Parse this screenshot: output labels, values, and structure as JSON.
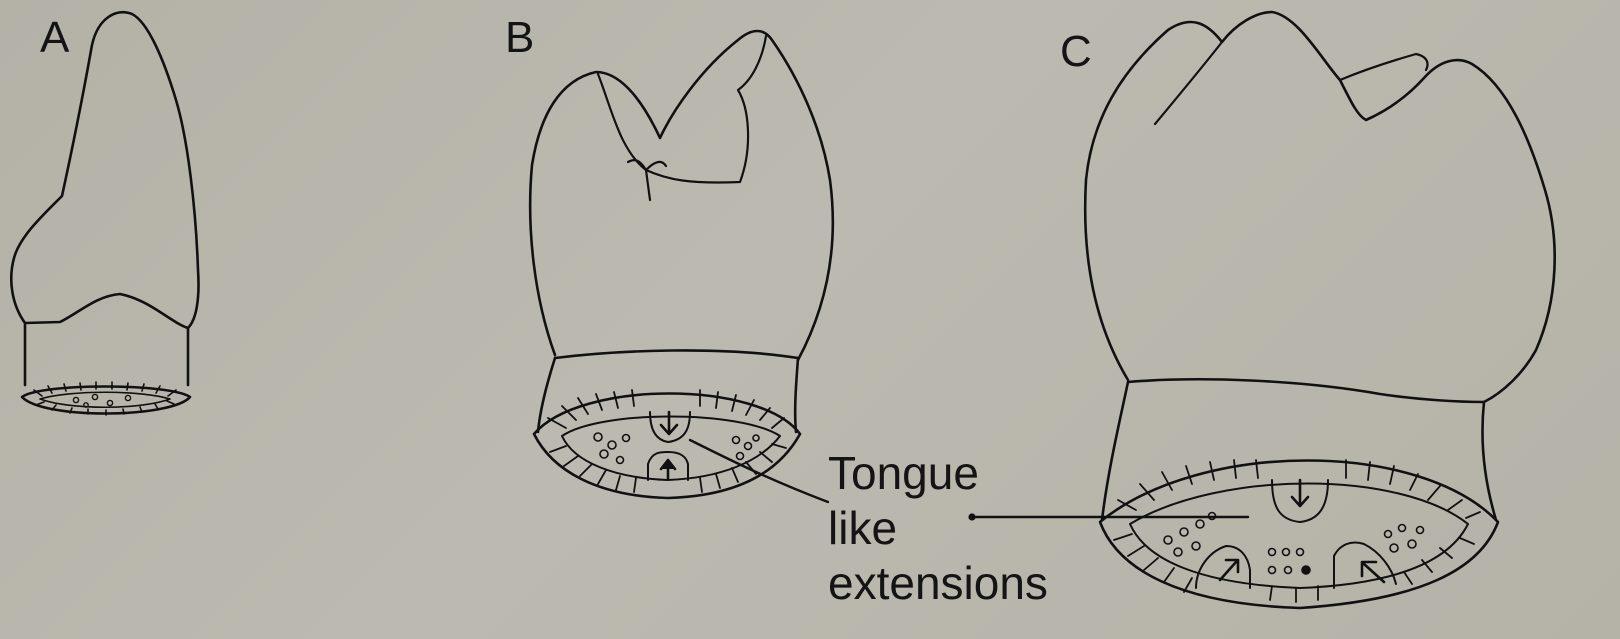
{
  "figure": {
    "panels": [
      {
        "id": "A",
        "label": "A"
      },
      {
        "id": "B",
        "label": "B"
      },
      {
        "id": "C",
        "label": "C"
      }
    ],
    "annotation": {
      "lines": [
        "Tongue",
        "like",
        "extensions"
      ]
    }
  }
}
